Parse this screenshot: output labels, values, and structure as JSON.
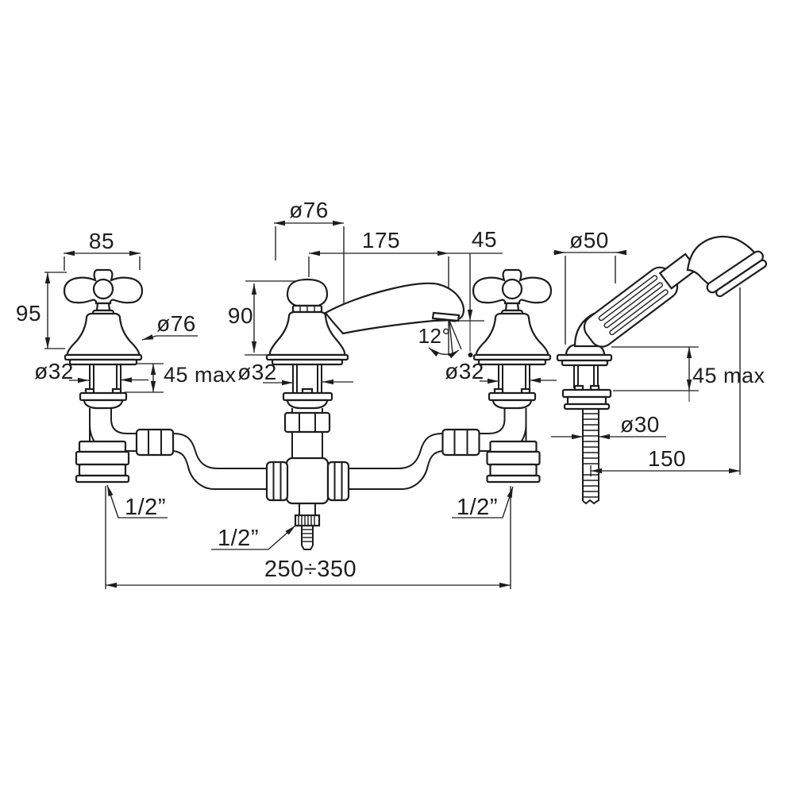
{
  "colors": {
    "ink": "#1d1d1d",
    "background": "#ffffff"
  },
  "annotations": {
    "handle_width": "85",
    "valve_height": "95",
    "valve_bell_diameter": "ø76",
    "valve_shank_diameter_left": "ø32",
    "deck_thickness_max_left": "45 max",
    "spout_base_diameter": "ø76",
    "spout_reach": "175",
    "spout_outlet_drop": "45",
    "spout_height": "90",
    "spout_shank_diameter": "ø32",
    "spout_angle": "12°",
    "valve_shank_diameter_right": "ø32",
    "shower_base_diameter": "ø50",
    "deck_thickness_max_shower": "45 max",
    "shower_hose_diameter": "ø30",
    "shower_head_offset": "150",
    "inlet_thread_left": "1/2”",
    "outlet_thread_center": "1/2”",
    "inlet_thread_right": "1/2”",
    "hole_centres_range": "250÷350"
  }
}
